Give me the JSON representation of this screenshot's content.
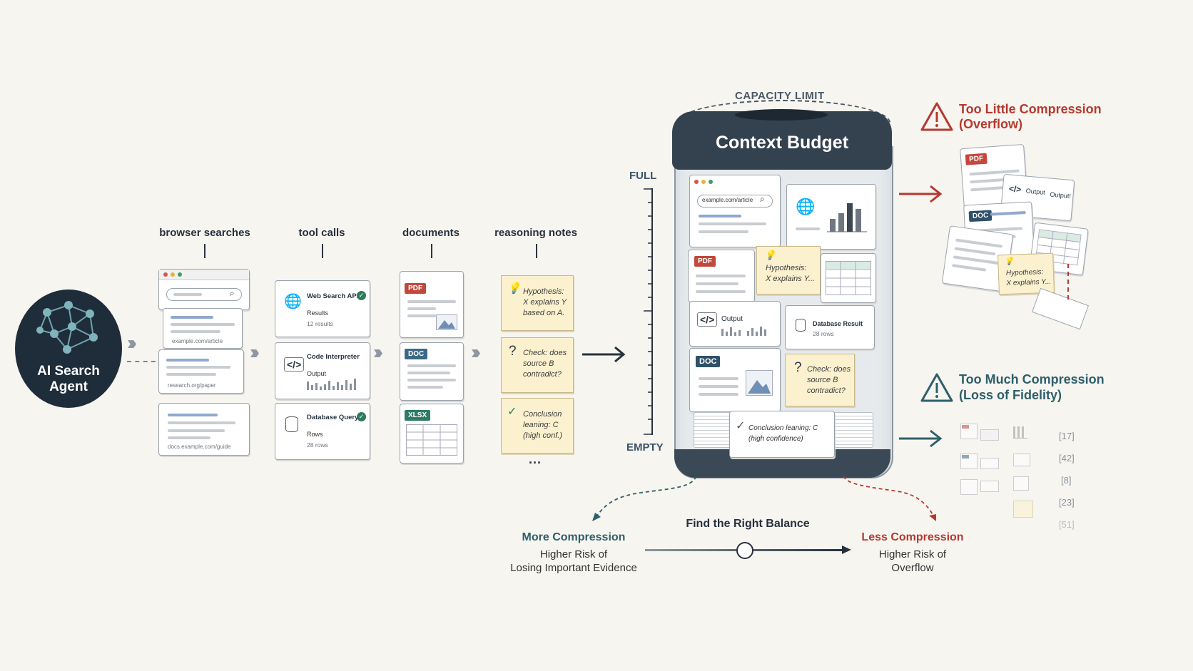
{
  "agent": {
    "label_line1": "AI Search",
    "label_line2": "Agent"
  },
  "columns": {
    "browser": {
      "title": "browser searches",
      "url1": "example.com/article",
      "url2": "research.org/paper",
      "url3": "docs.example.com/guide"
    },
    "tools": {
      "title": "tool calls",
      "web": {
        "name": "Web Search API",
        "k": "Results",
        "v": "12 results"
      },
      "code": {
        "name": "Code Interpreter",
        "k": "Output"
      },
      "db": {
        "name": "Database Query",
        "k": "Rows",
        "v": "28 rows"
      }
    },
    "documents": {
      "title": "documents",
      "pdf": "PDF",
      "doc": "DOC",
      "xlsx": "XLSX"
    },
    "notes": {
      "title": "reasoning notes",
      "n1": [
        "Hypothesis:",
        "X explains Y",
        "based on A."
      ],
      "n2": [
        "Check: does",
        "source B",
        "contradict?"
      ],
      "n3": [
        "Conclusion",
        "leaning: C",
        "(high conf.)"
      ],
      "ellipsis": "..."
    }
  },
  "jar": {
    "capacity": "CAPACITY LIMIT",
    "title": "Context Budget",
    "full": "FULL",
    "empty": "EMPTY",
    "url": "example.com/article",
    "pdf": "PDF",
    "doc": "DOC",
    "hyp": [
      "Hypothesis:",
      "X explains Y..."
    ],
    "output": "Output",
    "dbname": "Database Result",
    "dbrows": "28 rows",
    "check": [
      "Check: does",
      "source B",
      "contradict?"
    ],
    "concl": [
      "Conclusion leaning: C",
      "(high confidence)"
    ]
  },
  "overflow": {
    "title1": "Too Little Compression",
    "title2": "(Overflow)",
    "pdf": "PDF",
    "doc": "DOC",
    "output": "Output",
    "output2": "Output!",
    "hyp": [
      "Hypothesis:",
      "X explains Y..."
    ]
  },
  "loss": {
    "title1": "Too Much Compression",
    "title2": "(Loss of Fidelity)",
    "refs": [
      "[17]",
      "[42]",
      "[8]",
      "[23]",
      "[51]"
    ]
  },
  "balance": {
    "title": "Find the Right Balance",
    "left_title": "More Compression",
    "left_l1": "Higher Risk of",
    "left_l2": "Losing Important Evidence",
    "right_title": "Less Compression",
    "right_l1": "Higher Risk of",
    "right_l2": "Overflow",
    "slider_value": 0.5
  },
  "colors": {
    "dark": "#27313d",
    "red": "#b5392f",
    "teal": "#2e5f6b",
    "sticky": "#fbf1cf"
  }
}
